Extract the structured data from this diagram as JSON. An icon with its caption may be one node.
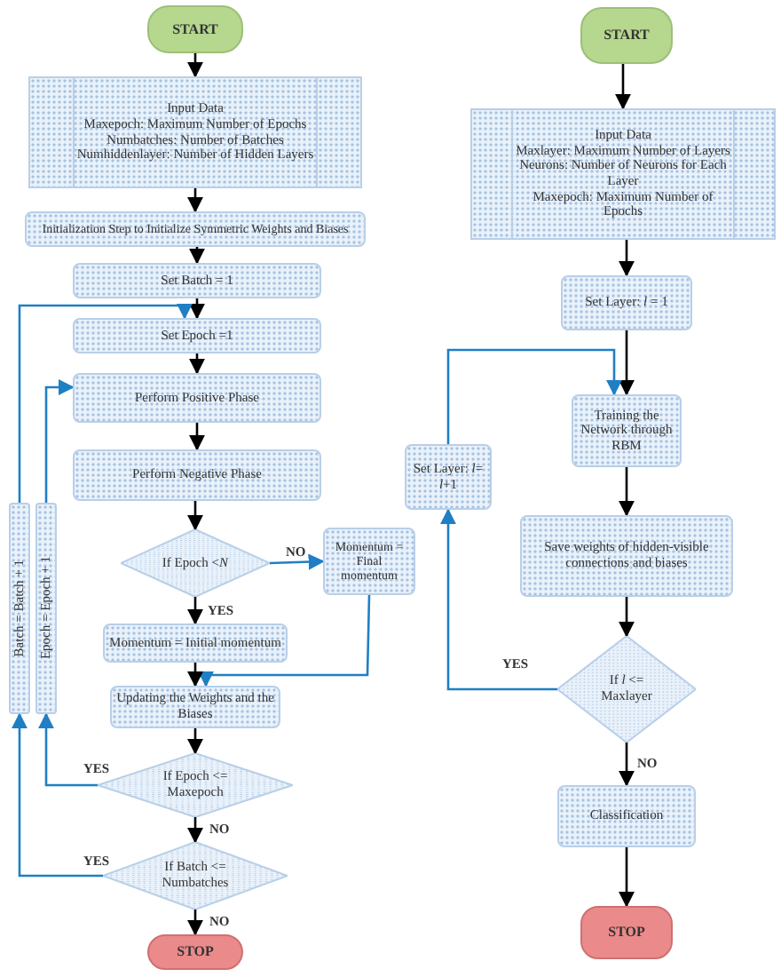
{
  "diagram": {
    "nodes": [
      {
        "text": [
          "START"
        ]
      },
      {
        "text": [
          "Input Data",
          "Maxepoch: Maximum Number of Epochs",
          "Numbatches: Number of Batches",
          "Numhiddenlayer: Number of Hidden Layers"
        ]
      },
      {
        "text": [
          "Initialization Step to Initialize Symmetric Weights and Biases"
        ]
      },
      {
        "text": [
          "Set Batch = 1"
        ]
      },
      {
        "text": [
          "Set Epoch =1"
        ]
      },
      {
        "text": [
          "Perform Positive Phase"
        ]
      },
      {
        "text": [
          "Perform Negative Phase"
        ]
      },
      {
        "text": [
          "If Epoch <*N*"
        ]
      },
      {
        "text": [
          "Momentum = Final momentum"
        ]
      },
      {
        "text": [
          "Momentum = Initial momentum"
        ]
      },
      {
        "text": [
          "Updating the Weights and the Biases"
        ]
      },
      {
        "text": [
          "If Epoch <= Maxepoch"
        ]
      },
      {
        "text": [
          "If Batch <= Numbatches"
        ]
      },
      {
        "text": [
          "STOP"
        ]
      },
      {
        "text": [
          "Batch = Batch + 1"
        ]
      },
      {
        "text": [
          "Epoch = Epoch + 1"
        ]
      },
      {
        "text": [
          "START"
        ]
      },
      {
        "text": [
          "Input Data",
          "Maxlayer: Maximum Number of Layers",
          "Neurons: Number of Neurons for Each Layer",
          "Maxepoch: Maximum Number of Epochs"
        ]
      },
      {
        "text": [
          "Set Layer: *l* = 1"
        ]
      },
      {
        "text": [
          "Training the Network through RBM"
        ]
      },
      {
        "text": [
          "Set Layer: *l*= *l*+1"
        ]
      },
      {
        "text": [
          "Save weights of hidden-visible connections and biases"
        ]
      },
      {
        "text": [
          "If *l* <= Maxlayer"
        ]
      },
      {
        "text": [
          "Classification"
        ]
      },
      {
        "text": [
          "STOP"
        ]
      }
    ],
    "edges": [
      {
        "from": 0,
        "to": 1,
        "arrow": "to"
      },
      {
        "from": 1,
        "to": 2,
        "arrow": "to"
      },
      {
        "from": 2,
        "to": 3,
        "arrow": "to"
      },
      {
        "from": 3,
        "to": 4,
        "arrow": "to"
      },
      {
        "from": 4,
        "to": 5,
        "arrow": "to"
      },
      {
        "from": 5,
        "to": 6,
        "arrow": "to"
      },
      {
        "from": 6,
        "to": 7,
        "arrow": "to"
      },
      {
        "from": 7,
        "to": 8,
        "arrow": "to",
        "label": "NO",
        "color": "#1f7fc4"
      },
      {
        "from": 7,
        "to": 9,
        "arrow": "to",
        "label": "YES"
      },
      {
        "from": 8,
        "to": 10,
        "arrow": "to",
        "color": "#1f7fc4"
      },
      {
        "from": 9,
        "to": 10,
        "arrow": "to"
      },
      {
        "from": 10,
        "to": 11,
        "arrow": "to"
      },
      {
        "from": 11,
        "to": 12,
        "arrow": "to",
        "label": "NO"
      },
      {
        "from": 12,
        "to": 13,
        "arrow": "to",
        "label": "NO"
      },
      {
        "from": 11,
        "to": 15,
        "arrow": "to",
        "label": "YES",
        "color": "#1f7fc4"
      },
      {
        "from": 15,
        "to": 5,
        "arrow": "to",
        "color": "#1f7fc4"
      },
      {
        "from": 12,
        "to": 14,
        "arrow": "to",
        "label": "YES",
        "color": "#1f7fc4"
      },
      {
        "from": 14,
        "to": 4,
        "arrow": "to",
        "color": "#1f7fc4"
      },
      {
        "from": 16,
        "to": 17,
        "arrow": "to"
      },
      {
        "from": 17,
        "to": 18,
        "arrow": "to"
      },
      {
        "from": 18,
        "to": 19,
        "arrow": "to"
      },
      {
        "from": 19,
        "to": 21,
        "arrow": "to"
      },
      {
        "from": 21,
        "to": 22,
        "arrow": "to"
      },
      {
        "from": 22,
        "to": 23,
        "arrow": "to",
        "label": "NO"
      },
      {
        "from": 23,
        "to": 24,
        "arrow": "to"
      },
      {
        "from": 22,
        "to": 20,
        "arrow": "to",
        "label": "YES",
        "color": "#1f7fc4"
      },
      {
        "from": 20,
        "to": 19,
        "arrow": "to",
        "color": "#1f7fc4"
      }
    ]
  }
}
